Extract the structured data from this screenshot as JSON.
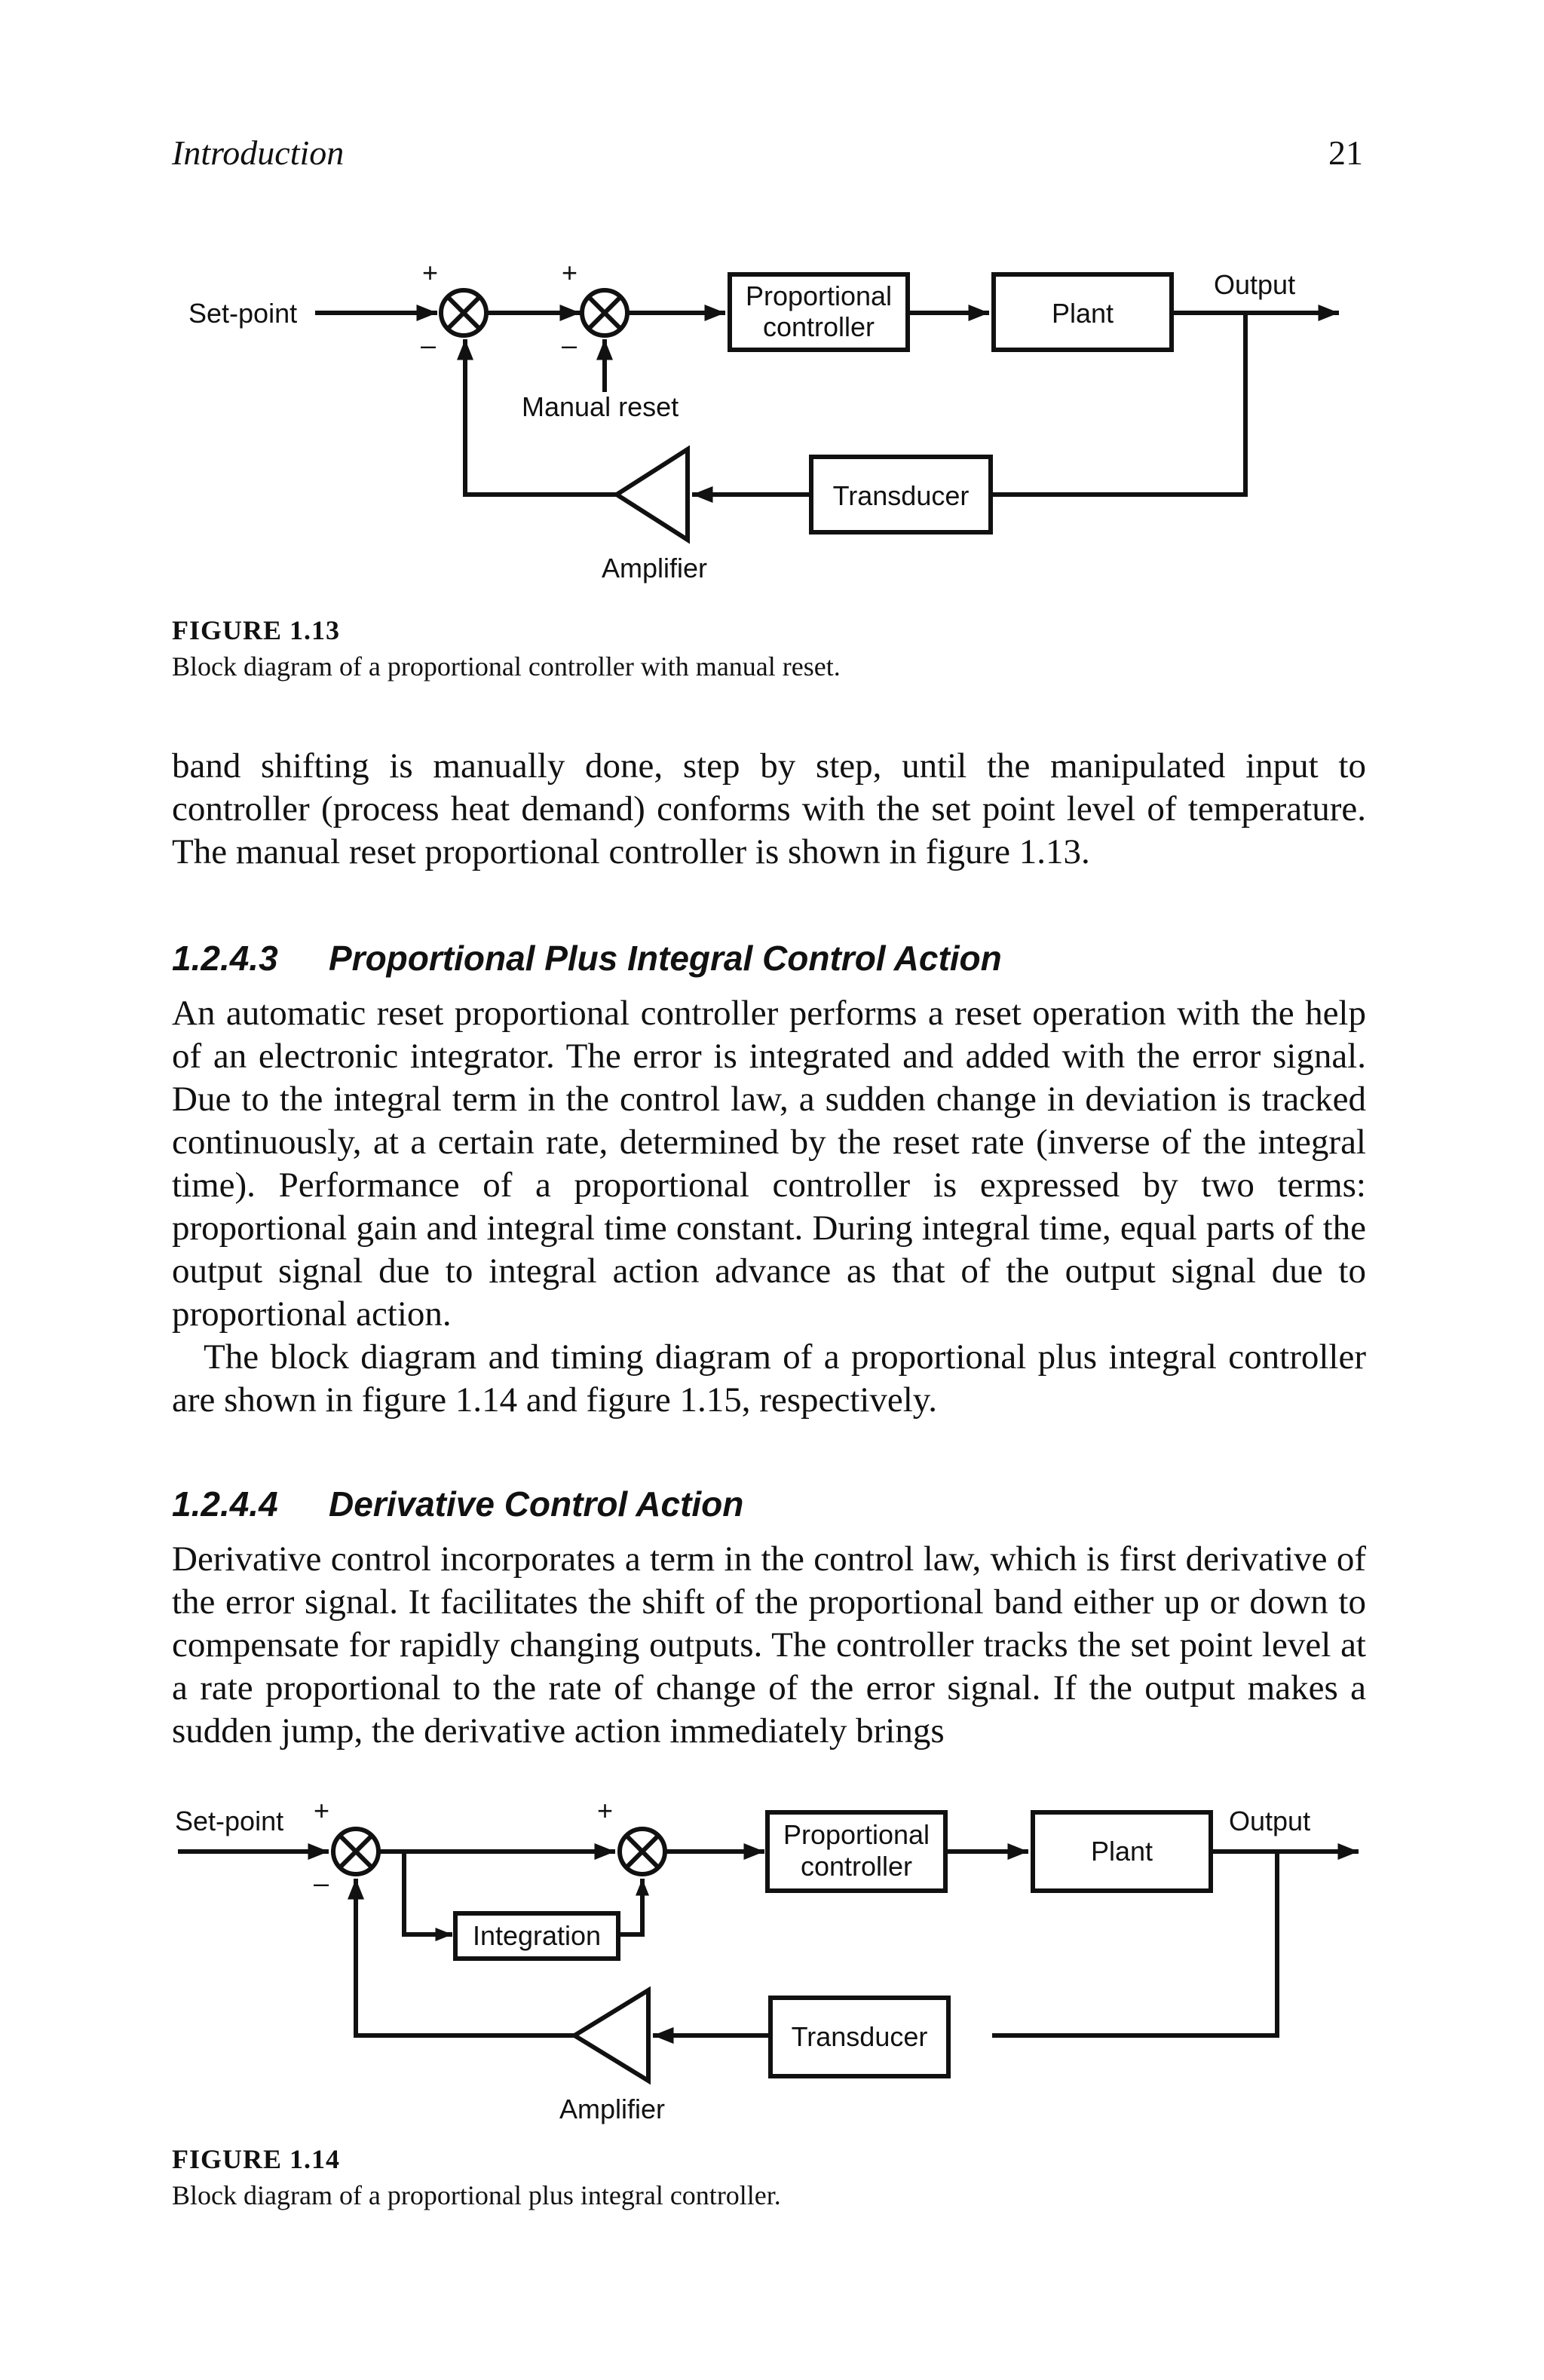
{
  "header": {
    "running_title": "Introduction",
    "page_number": "21"
  },
  "figure_13": {
    "setpoint": "Set-point",
    "plus1": "+",
    "minus1": "–",
    "plus2": "+",
    "minus2": "–",
    "manual_reset": "Manual reset",
    "prop_line1": "Proportional",
    "prop_line2": "controller",
    "plant": "Plant",
    "output": "Output",
    "transducer": "Transducer",
    "amplifier": "Amplifier",
    "caption_label": "FIGURE 1.13",
    "caption_text": "Block diagram of a proportional controller with manual reset."
  },
  "para_1": "band shifting is manually done, step by step, until the manipulated input to controller (process heat demand) conforms with the set point level of temperature. The manual reset proportional controller is shown in figure 1.13.",
  "section_1": {
    "number": "1.2.4.3",
    "title": "Proportional Plus Integral Control Action"
  },
  "para_2": "An automatic reset proportional controller performs a reset operation with the help of an electronic integrator. The error is integrated and added with the error signal. Due to the integral term in the control law, a sudden change in deviation is tracked continuously, at a certain rate, determined by the reset rate (inverse of the integral time). Performance of a proportional controller is expressed by two terms: proportional gain and integral time constant. During integral time, equal parts of the output signal due to integral action advance as that of the output signal due to proportional action.",
  "para_3": "The block diagram and timing diagram of a proportional plus integral controller are shown in figure 1.14 and figure 1.15, respectively.",
  "section_2": {
    "number": "1.2.4.4",
    "title": "Derivative Control Action"
  },
  "para_4": "Derivative control incorporates a term in the control law, which is first derivative of the error signal. It facilitates the shift of the proportional band either up or down to compensate for rapidly changing outputs. The controller tracks the set point level at a rate proportional to the rate of change of the error signal. If the output makes a sudden jump, the derivative action immediately brings",
  "figure_14": {
    "setpoint": "Set-point",
    "plus1": "+",
    "minus1": "–",
    "plus2": "+",
    "integration": "Integration",
    "prop_line1": "Proportional",
    "prop_line2": "controller",
    "plant": "Plant",
    "output": "Output",
    "transducer": "Transducer",
    "amplifier": "Amplifier",
    "caption_label": "FIGURE 1.14",
    "caption_text": "Block diagram of a proportional plus integral controller."
  }
}
